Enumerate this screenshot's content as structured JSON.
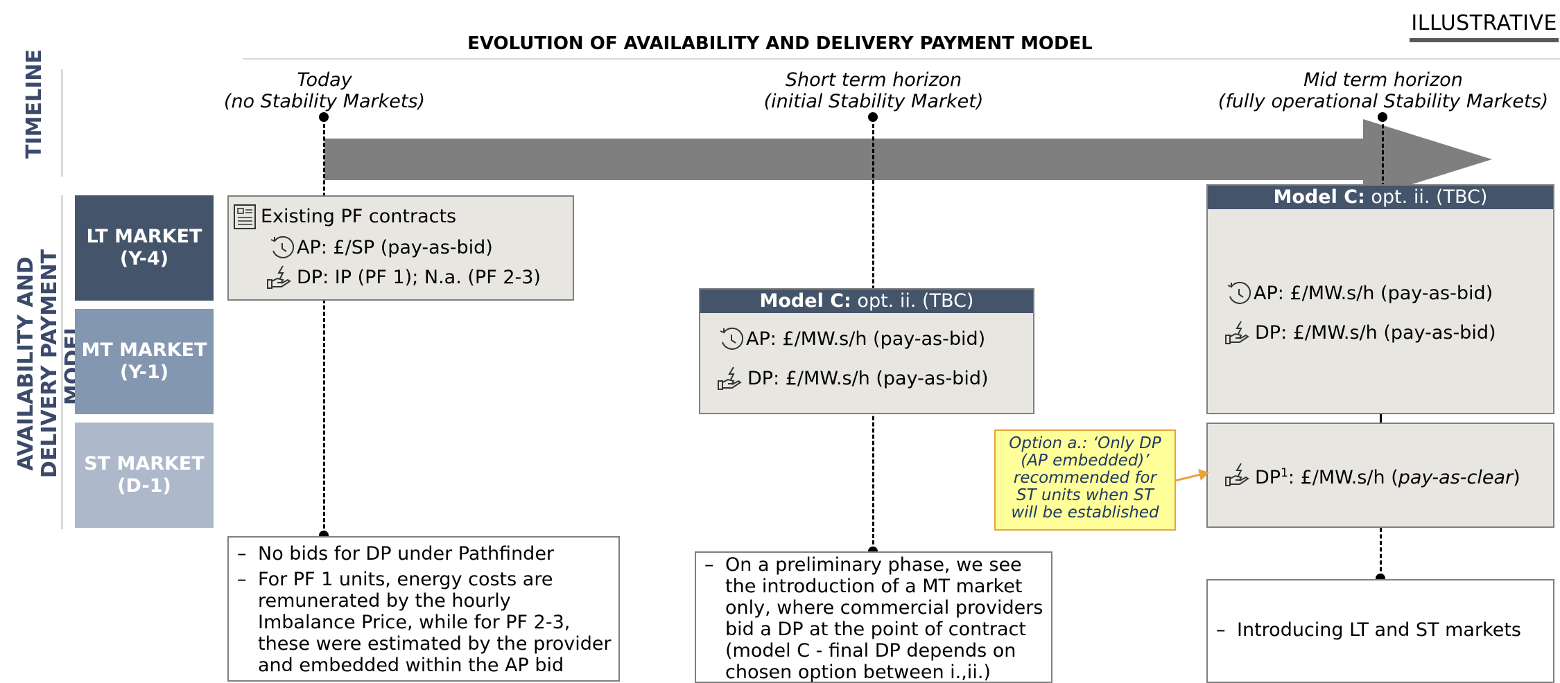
{
  "badge": "ILLUSTRATIVE",
  "title": "EVOLUTION OF AVAILABILITY AND DELIVERY PAYMENT MODEL",
  "side_labels": {
    "timeline": "TIMELINE",
    "model": "AVAILABILITY AND\nDELIVERY PAYMENT MODEL"
  },
  "rows": [
    {
      "label": "LT MARKET\n(Y-4)",
      "color": "#44546a"
    },
    {
      "label": "MT MARKET\n(Y-1)",
      "color": "#8497b0"
    },
    {
      "label": "ST MARKET\n(D-1)",
      "color": "#adb9ca"
    }
  ],
  "horizons": [
    "Today\n(no Stability Markets)",
    "Short term horizon\n(initial Stability Market)",
    "Mid term horizon\n(fully operational Stability Markets)"
  ],
  "today_box": {
    "title": "Existing PF contracts",
    "ap": "AP: £/SP (pay-as-bid)",
    "dp": "DP: IP (PF 1); N.a. (PF 2-3)"
  },
  "short_box": {
    "header_bold": "Model C:",
    "header_rest": " opt. ii. (TBC)",
    "ap": "AP: £/MW.s/h (pay-as-bid)",
    "dp": "DP: £/MW.s/h (pay-as-bid)"
  },
  "mid_box": {
    "header_bold": "Model C:",
    "header_rest": " opt. ii. (TBC)",
    "ap": "AP: £/MW.s/h (pay-as-bid)",
    "dp": "DP: £/MW.s/h (pay-as-bid)"
  },
  "mid_st_box": {
    "dp_prefix": "DP",
    "dp_sup": "1",
    "dp_mid": ": £/MW.s/h (",
    "dp_italic": "pay-as-clear",
    "dp_end": ")"
  },
  "option_note": "Option a.: ‘Only DP\n(AP embedded)’\nrecommended for\nST units when ST\nwill be established",
  "notes": {
    "today": [
      "No bids for DP under Pathfinder",
      "For PF 1 units, energy costs are remunerated by the hourly Imbalance Price, while for PF 2-3, these were estimated by the provider and embedded within the AP bid"
    ],
    "short": [
      "On a preliminary phase, we see the introduction of a MT market only, where commercial providers bid a DP at the point of contract (model C - final DP depends on chosen option between i.,ii.)"
    ],
    "mid": [
      "Introducing LT and ST markets"
    ]
  },
  "icons": [
    "document-icon",
    "clock-icon",
    "hand-lightning-icon"
  ],
  "colors": {
    "dark_navy": "#44546a",
    "arrow_gray": "#7f7f7f",
    "box_fill": "#e8e6e1",
    "note_yellow": "#ffff99",
    "note_border": "#e8a33d"
  }
}
